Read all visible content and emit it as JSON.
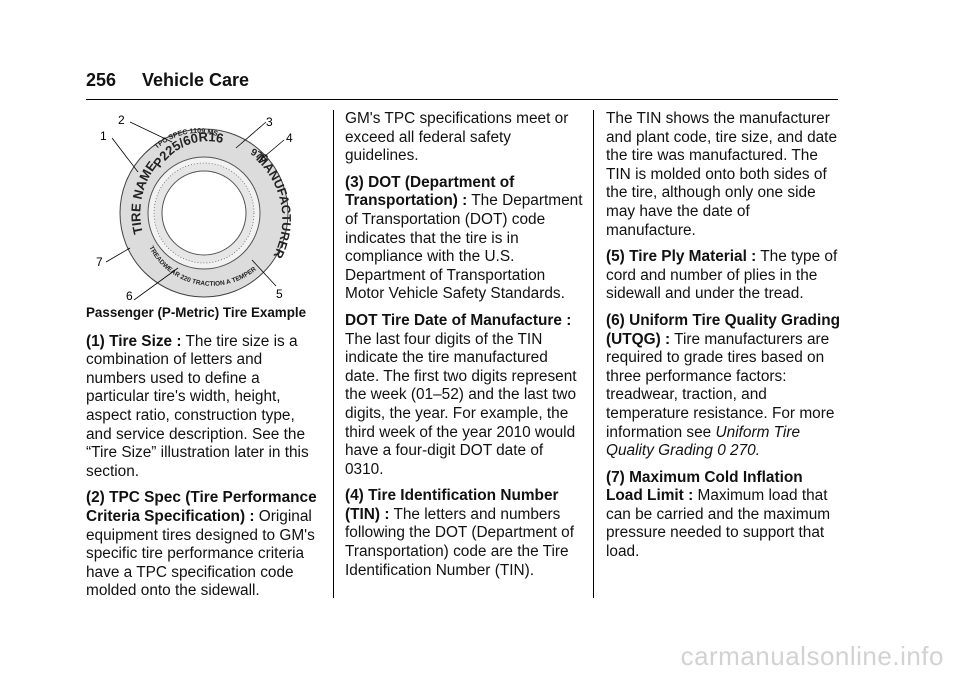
{
  "header": {
    "page_number": "256",
    "section_title": "Vehicle Care"
  },
  "figure": {
    "caption": "Passenger (P-Metric) Tire Example",
    "callouts": [
      "1",
      "2",
      "3",
      "4",
      "5",
      "6",
      "7"
    ],
    "tire_text": {
      "tire_name": "TIRE NAME",
      "tpc_spec": "TPC SPEC 1109 MS",
      "size": "P225/60R16",
      "suffix": "97S",
      "manufacturer": "MANUFACTURER",
      "utqg": "TREADWEAR 220 TRACTION A TEMPERATURE"
    }
  },
  "col1": [
    {
      "term": "(1) Tire Size :",
      "text": " The tire size is a combination of letters and numbers used to define a particular tire's width, height, aspect ratio, construction type, and service description. See the “Tire Size” illustration later in this section."
    },
    {
      "term": "(2) TPC Spec (Tire Performance Criteria Specification) :",
      "text": " Original equipment tires designed to GM's specific tire performance criteria have a TPC specification code molded onto the sidewall."
    }
  ],
  "col2": [
    {
      "term": "",
      "text": "GM's TPC specifications meet or exceed all federal safety guidelines."
    },
    {
      "term": "(3) DOT (Department of Transportation) :",
      "text": " The Department of Transportation (DOT) code indicates that the tire is in compliance with the U.S. Department of Transportation Motor Vehicle Safety Standards."
    },
    {
      "term": "DOT Tire Date of Manufacture :",
      "text": " The last four digits of the TIN indicate the tire manufactured date. The first two digits represent the week (01–52) and the last two digits, the year. For example, the third week of the year 2010 would have a four-digit DOT date of 0310."
    },
    {
      "term": "(4) Tire Identification Number (TIN) :",
      "text": " The letters and numbers following the DOT (Department of Transportation) code are the Tire Identification Number (TIN)."
    }
  ],
  "col3": {
    "tin_text": "The TIN shows the manufacturer and plant code, tire size, and date the tire was manufactured. The TIN is molded onto both sides of the tire, although only one side may have the date of manufacture.",
    "ply_term": "(5) Tire Ply Material :",
    "ply_text": " The type of cord and number of plies in the sidewall and under the tread.",
    "utqg_term": "(6) Uniform Tire Quality Grading (UTQG) :",
    "utqg_text": " Tire manufacturers are required to grade tires based on three performance factors: treadwear, traction, and temperature resistance. For more information see ",
    "utqg_link": "Uniform Tire Quality Grading",
    "utqg_ref": "0",
    "utqg_page": " 270.",
    "load_term": "(7) Maximum Cold Inflation Load Limit :",
    "load_text": " Maximum load that can be carried and the maximum pressure needed to support that load."
  },
  "watermark": "carmanualsonline.info"
}
